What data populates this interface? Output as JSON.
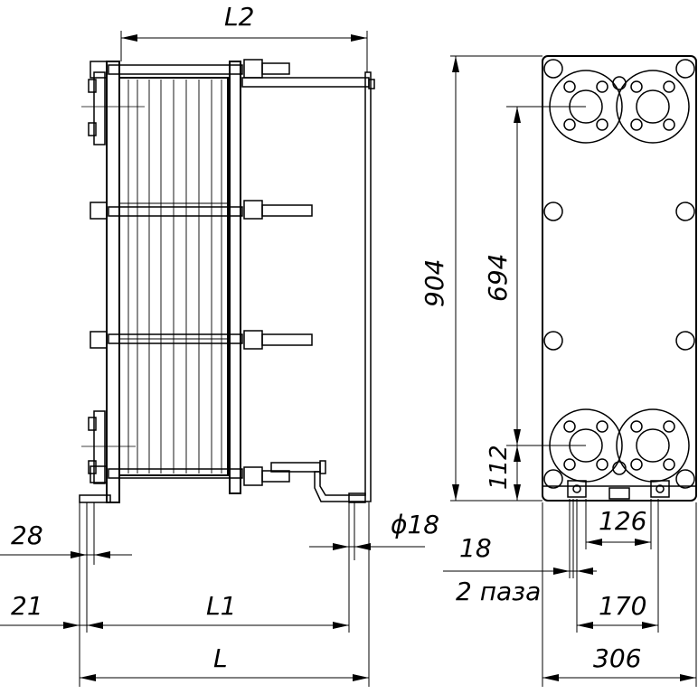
{
  "dimensions": {
    "l2": "L2",
    "h904": "904",
    "h694": "694",
    "h112": "112",
    "d18": "ϕ18",
    "w28": "28",
    "w18": "18",
    "slots": "2 паза",
    "w21": "21",
    "l1": "L1",
    "l": "L",
    "w126": "126",
    "w170": "170",
    "w306": "306"
  }
}
